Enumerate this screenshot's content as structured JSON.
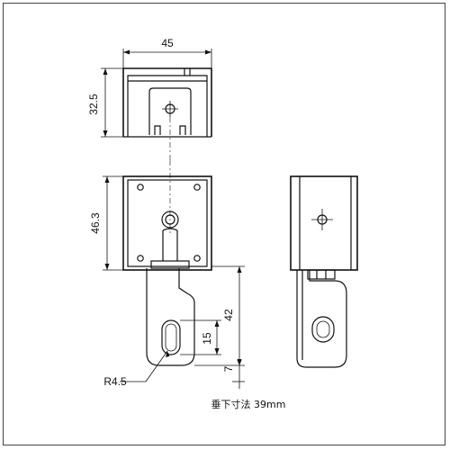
{
  "dimensions": {
    "width_top": "45",
    "height_top": "32.5",
    "height_front": "46.3",
    "drop_length": "42",
    "slot_length": "15",
    "bottom_offset": "7",
    "radius": "R4.5"
  },
  "caption": "垂下寸法 39mm"
}
